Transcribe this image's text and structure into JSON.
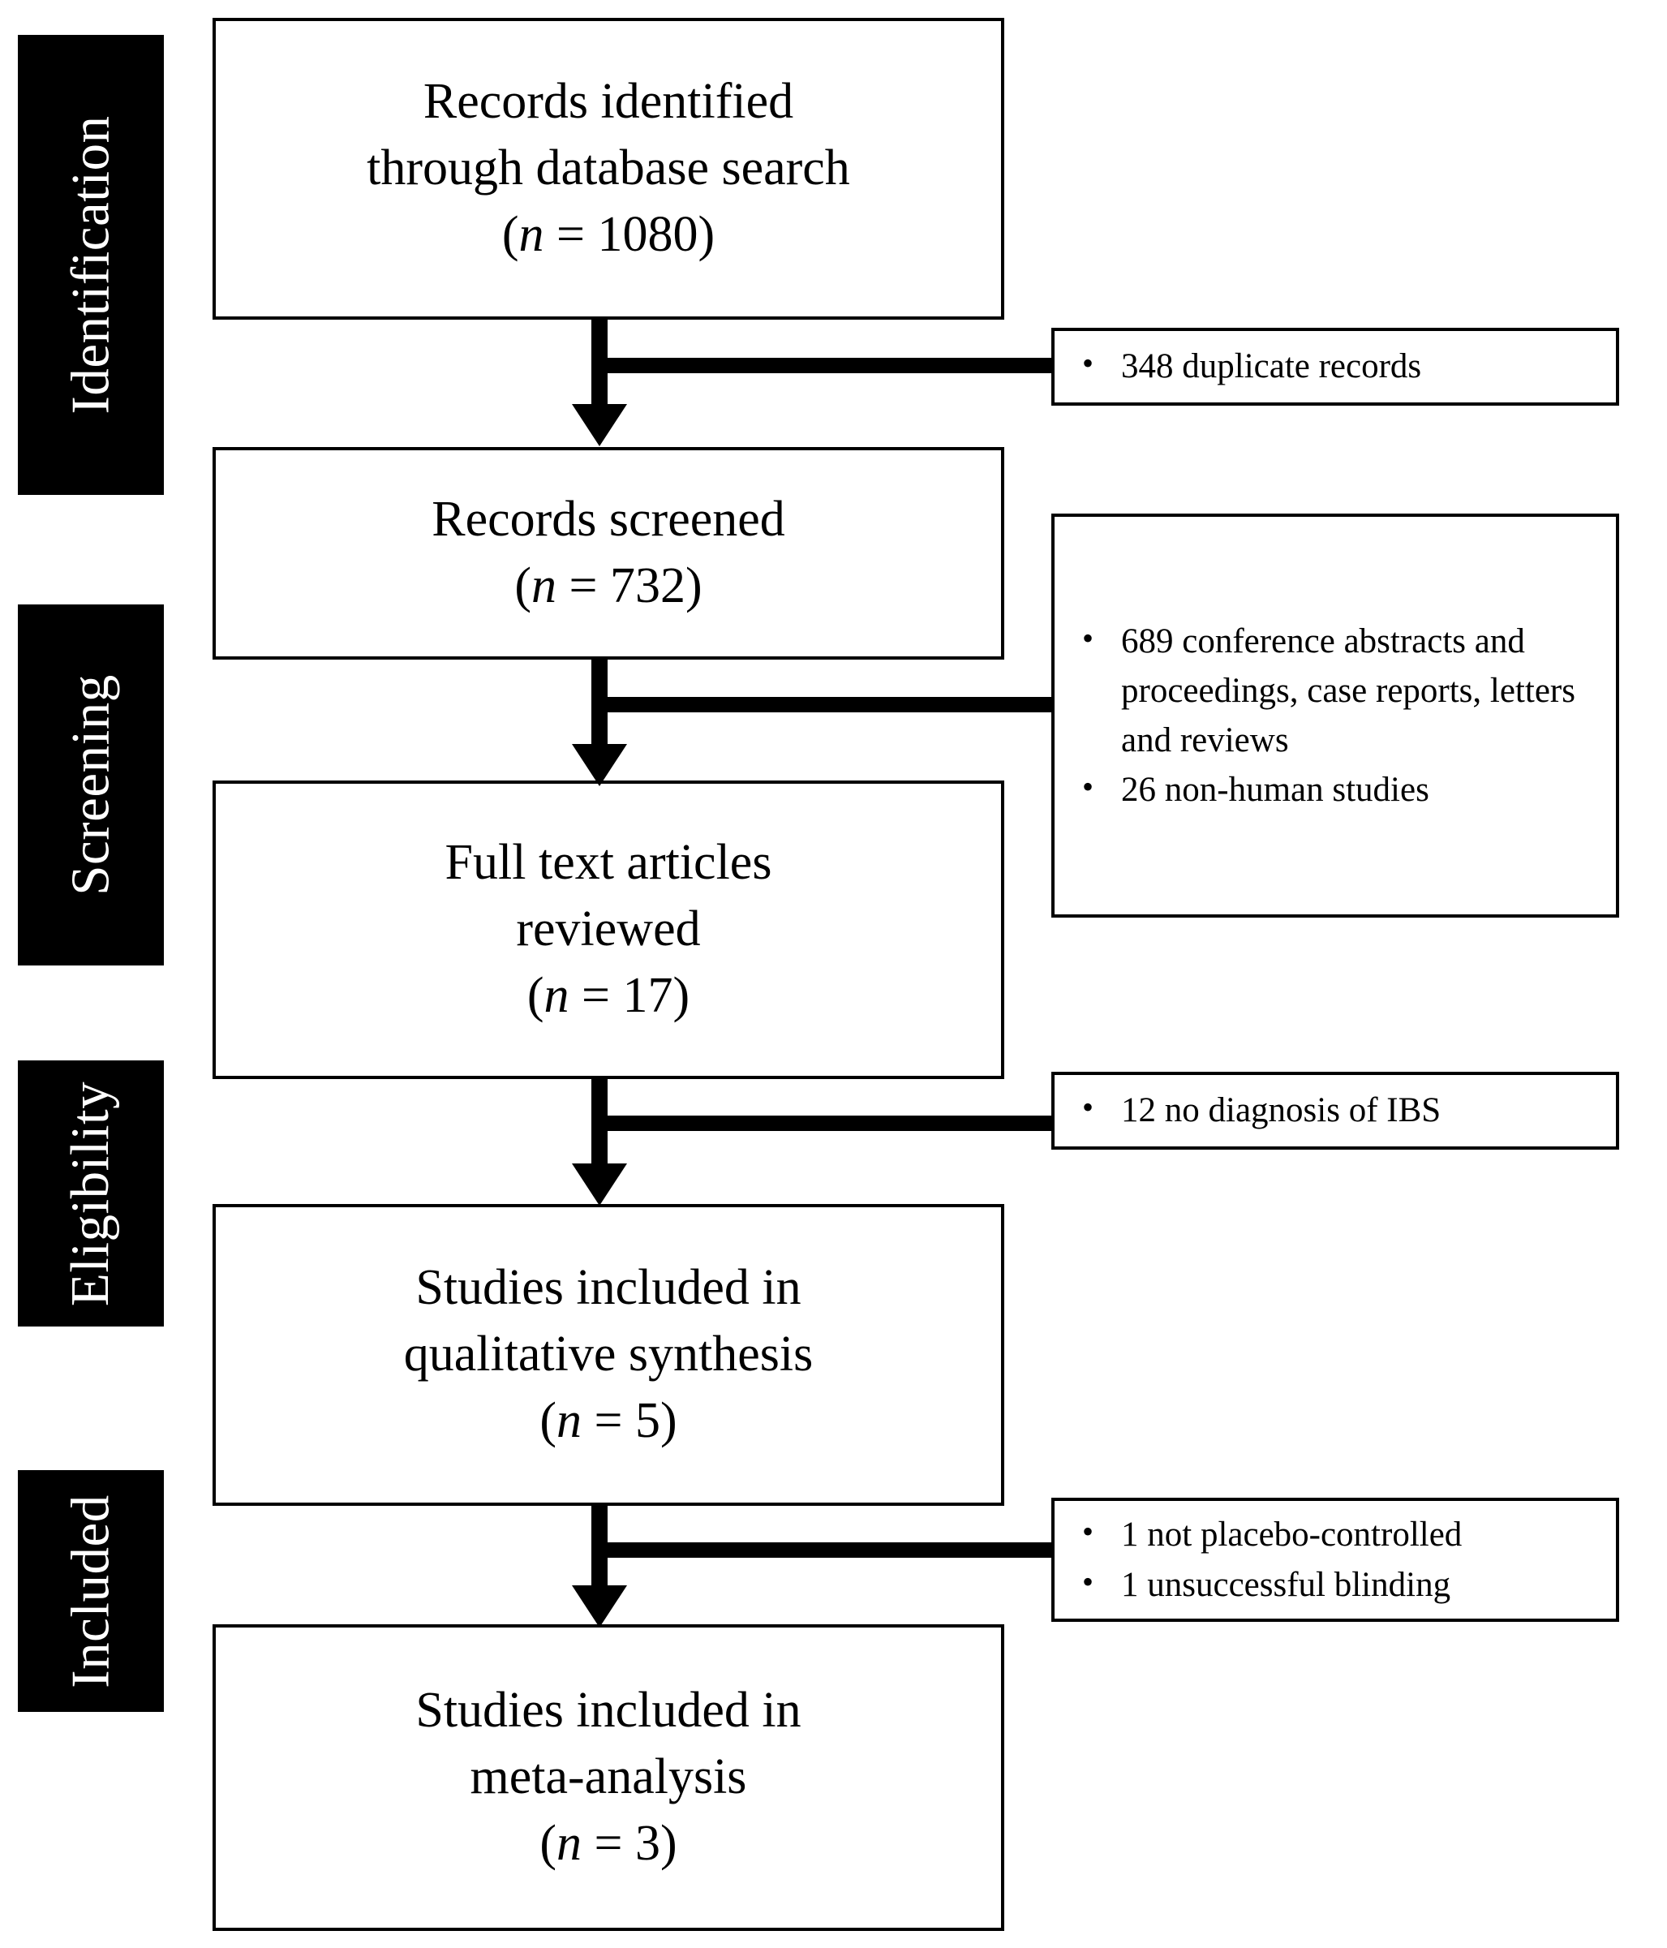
{
  "diagram": {
    "type": "prisma-flow-diagram",
    "stages": [
      {
        "id": "identification",
        "label": "Identification"
      },
      {
        "id": "screening",
        "label": "Screening"
      },
      {
        "id": "eligibility",
        "label": "Eligibility"
      },
      {
        "id": "included",
        "label": "Included"
      }
    ],
    "flow_boxes": [
      {
        "id": "records-identified",
        "lines": [
          "Records identified",
          "through database search"
        ],
        "count_prefix": "(",
        "count_n": "n",
        "count_eq": " = ",
        "count_value": "1080",
        "count_suffix": ")",
        "count_text": "(n = 1080)"
      },
      {
        "id": "records-screened",
        "lines": [
          "Records screened"
        ],
        "count_prefix": "(",
        "count_n": "n",
        "count_eq": " = ",
        "count_value": "732",
        "count_suffix": ")",
        "count_text": "(n = 732)"
      },
      {
        "id": "full-text-reviewed",
        "lines": [
          "Full text articles",
          "reviewed"
        ],
        "count_prefix": "(",
        "count_n": "n",
        "count_eq": " = ",
        "count_value": "17",
        "count_suffix": ")",
        "count_text": "(n = 17)"
      },
      {
        "id": "qualitative-synthesis",
        "lines": [
          "Studies included in",
          "qualitative synthesis"
        ],
        "count_prefix": "(",
        "count_n": "n",
        "count_eq": " = ",
        "count_value": "5",
        "count_suffix": ")",
        "count_text": "(n = 5)"
      },
      {
        "id": "meta-analysis",
        "lines": [
          "Studies included in",
          "meta-analysis"
        ],
        "count_prefix": "(",
        "count_n": "n",
        "count_eq": " = ",
        "count_value": "3",
        "count_suffix": ")",
        "count_text": "(n = 3)"
      }
    ],
    "exclusion_boxes": [
      {
        "id": "duplicates",
        "items": [
          "348 duplicate records"
        ]
      },
      {
        "id": "screening-exclusions",
        "items": [
          "689 conference abstracts and proceedings, case reports, letters and reviews",
          "26 non-human studies"
        ]
      },
      {
        "id": "eligibility-exclusions",
        "items": [
          "12 no diagnosis of IBS"
        ]
      },
      {
        "id": "inclusion-exclusions",
        "items": [
          "1 not placebo-controlled",
          "1 unsuccessful blinding"
        ]
      }
    ],
    "colors": {
      "stage_bar_background": "#000000",
      "stage_bar_text": "#ffffff",
      "box_border": "#000000",
      "box_background": "#ffffff",
      "connector": "#000000",
      "page_background": "#ffffff"
    }
  }
}
